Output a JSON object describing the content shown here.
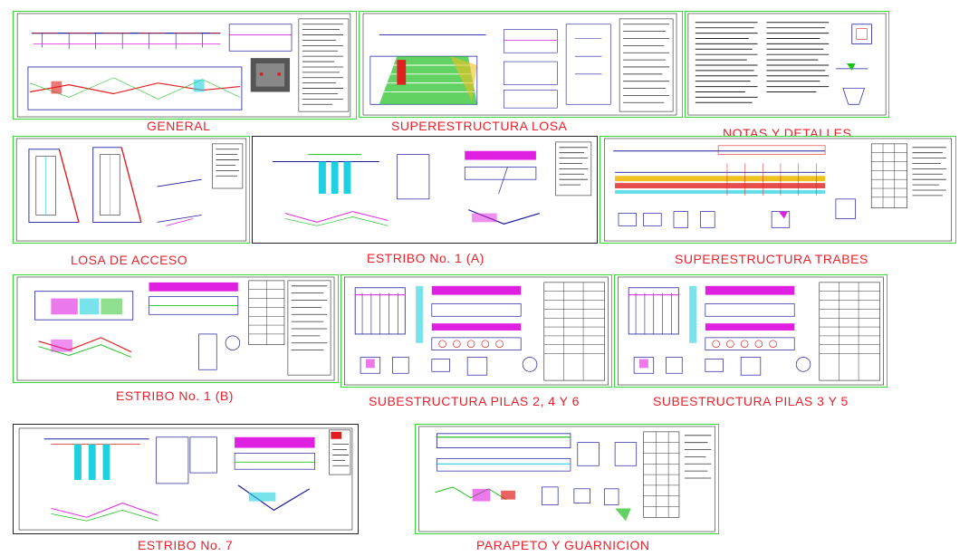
{
  "sheets": {
    "general": "GENERAL",
    "superestructura_losa": "SUPERESTRUCTURA LOSA",
    "notas_detalles": "NOTAS Y DETALLES",
    "losa_acceso": "LOSA DE ACCESO",
    "estribo_1a": "ESTRIBO No. 1 (A)",
    "superestructura_trabes": "SUPERESTRUCTURA TRABES",
    "estribo_1b": "ESTRIBO No. 1 (B)",
    "pilas_246": "SUBESTRUCTURA PILAS 2, 4 Y 6",
    "pilas_35": "SUBESTRUCTURA PILAS 3 Y 5",
    "estribo_7": "ESTRIBO No. 7",
    "parapeto": "PARAPETO Y GUARNICION"
  },
  "colors": {
    "frame": "#33dd33",
    "caption": "#e8202a",
    "drawing_lines": "#1a1a9c",
    "accent_magenta": "#e020e0",
    "accent_red": "#e02020",
    "accent_cyan": "#20d0e0",
    "accent_green": "#20c020",
    "accent_yellow": "#f0c020"
  }
}
